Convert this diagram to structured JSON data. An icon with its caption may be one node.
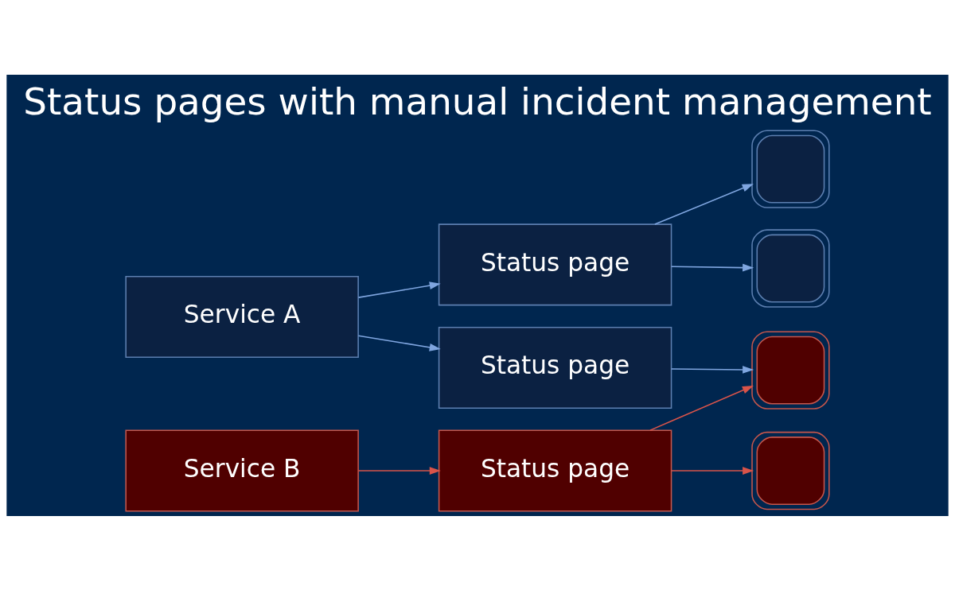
{
  "diagram": {
    "title": "Status pages with manual incident management",
    "nodes": [
      {
        "text": [
          "Service A"
        ]
      },
      {
        "text": [
          "Service B"
        ]
      },
      {
        "text": [
          "Status page"
        ]
      },
      {
        "text": [
          "Status page"
        ]
      },
      {
        "text": [
          "Status page"
        ]
      },
      {
        "text": [],
        "shape": "person"
      },
      {
        "text": [],
        "shape": "person"
      },
      {
        "text": [],
        "shape": "person"
      },
      {
        "text": [],
        "shape": "person"
      }
    ],
    "edges": [
      {
        "from": 0,
        "to": 2,
        "arrow": "to"
      },
      {
        "from": 0,
        "to": 3,
        "arrow": "to"
      },
      {
        "from": 1,
        "to": 4,
        "arrow": "to",
        "color": "#d9544a"
      },
      {
        "from": 2,
        "to": 5,
        "arrow": "to"
      },
      {
        "from": 2,
        "to": 6,
        "arrow": "to"
      },
      {
        "from": 3,
        "to": 7,
        "arrow": "to"
      },
      {
        "from": 4,
        "to": 7,
        "arrow": "to",
        "color": "#d9544a"
      },
      {
        "from": 4,
        "to": 8,
        "arrow": "to",
        "color": "#d9544a"
      }
    ]
  }
}
